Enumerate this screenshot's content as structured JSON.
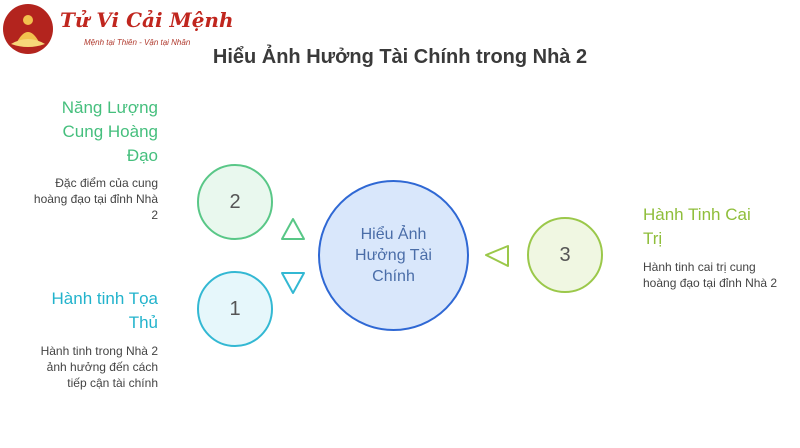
{
  "logo": {
    "title": "Tử Vi Cải Mệnh",
    "subtitle": "Mệnh tại Thiên - Vận tại Nhân",
    "icon": "lotus-buddha-icon"
  },
  "title": "Hiểu Ảnh Hưởng Tài Chính trong Nhà 2",
  "center": {
    "label": "Hiểu Ảnh Hưởng Tài Chính"
  },
  "items": [
    {
      "number": "2",
      "heading": "Năng Lượng Cung Hoàng Đạo",
      "description": "Đặc điểm của cung hoàng đạo tại đỉnh Nhà 2",
      "color": "#45bf7d"
    },
    {
      "number": "1",
      "heading": "Hành tinh Tọa Thủ",
      "description": "Hành tinh trong Nhà 2 ảnh hưởng đến cách tiếp cận tài chính",
      "color": "#22b3cc"
    },
    {
      "number": "3",
      "heading": "Hành Tinh Cai Trị",
      "description": "Hành tinh cai trị cung hoàng đạo tại đỉnh Nhà 2",
      "color": "#8fbe3b"
    }
  ]
}
